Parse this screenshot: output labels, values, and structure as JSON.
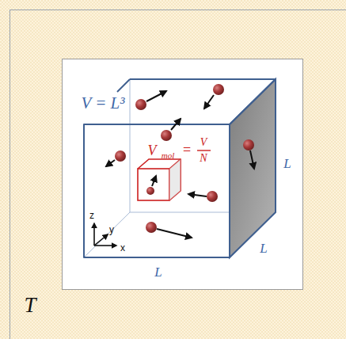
{
  "diagram": {
    "labels": [
      "V = L³",
      "V",
      "mol",
      "=",
      "V",
      "N",
      "L",
      "L",
      "L",
      "z",
      "y",
      "x",
      "T"
    ]
  }
}
